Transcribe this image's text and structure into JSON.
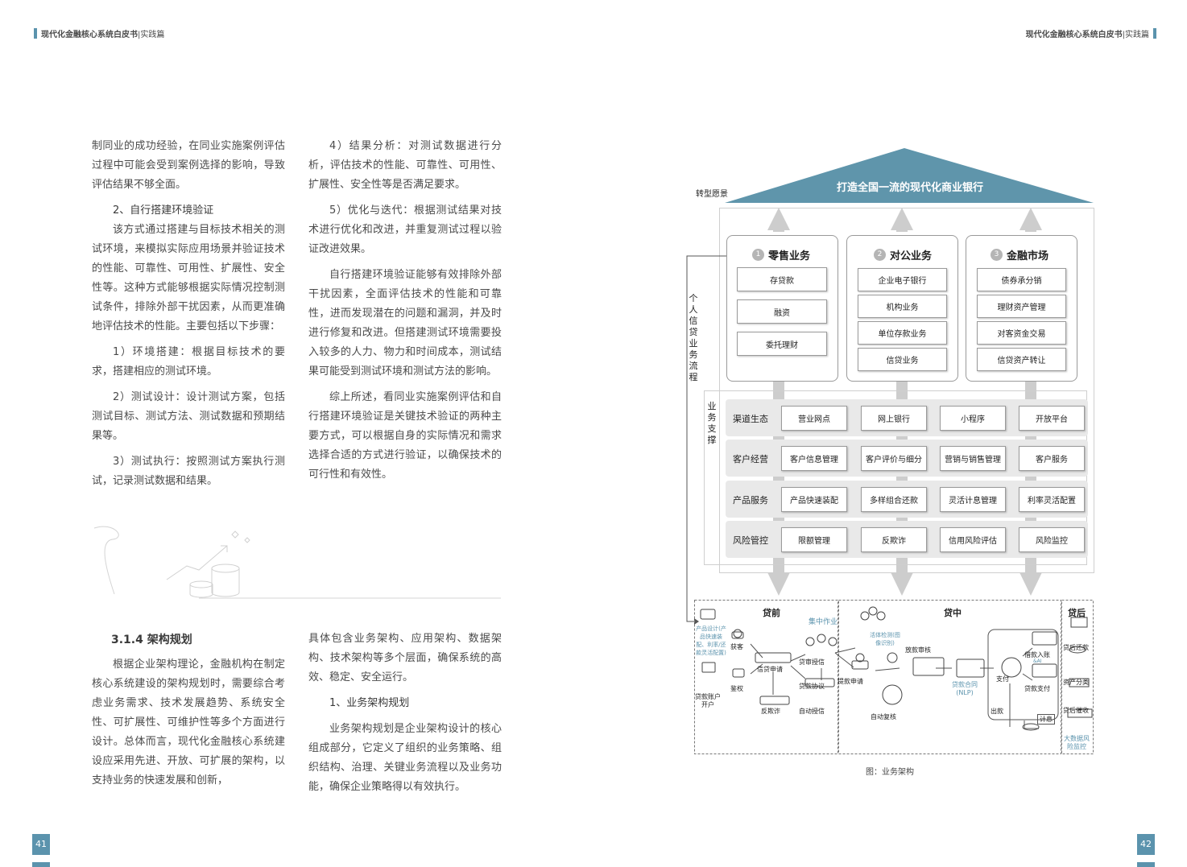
{
  "header": {
    "left_title": "现代化金融核心系统白皮书",
    "left_sub": "|实践篇",
    "right_title": "现代化金融核心系统白皮书",
    "right_sub": "|实践篇"
  },
  "pages": {
    "left": "41",
    "right": "42"
  },
  "upper_col1": [
    "制同业的成功经验，在同业实施案例评估过程中可能会受到案例选择的影响，导致评估结果不够全面。",
    "2、自行搭建环境验证",
    "该方式通过搭建与目标技术相关的测试环境，来模拟实际应用场景并验证技术的性能、可靠性、可用性、扩展性、安全性等。这种方式能够根据实际情况控制测试条件，排除外部干扰因素，从而更准确地评估技术的性能。主要包括以下步骤：",
    "1）环境搭建：根据目标技术的要求，搭建相应的测试环境。",
    "2）测试设计：设计测试方案，包括测试目标、测试方法、测试数据和预期结果等。",
    "3）测试执行：按照测试方案执行测试，记录测试数据和结果。"
  ],
  "upper_col2": [
    "4）结果分析：对测试数据进行分析，评估技术的性能、可靠性、可用性、扩展性、安全性等是否满足要求。",
    "5）优化与迭代：根据测试结果对技术进行优化和改进，并重复测试过程以验证改进效果。",
    "自行搭建环境验证能够有效排除外部干扰因素，全面评估技术的性能和可靠性，进而发现潜在的问题和漏洞，并及时进行修复和改进。但搭建测试环境需要投入较多的人力、物力和时间成本，测试结果可能受到测试环境和测试方法的影响。",
    "综上所述，看同业实施案例评估和自行搭建环境验证是关键技术验证的两种主要方式，可以根据自身的实际情况和需求选择合适的方式进行验证，以确保技术的可行性和有效性。"
  ],
  "section": {
    "title": "3.1.4 架构规划",
    "col1": "根据企业架构理论，金融机构在制定核心系统建设的架构规划时，需要综合考虑业务需求、技术发展趋势、系统安全性、可扩展性、可维护性等多个方面进行设计。总体而言，现代化金融核心系统建设应采用先进、开放、可扩展的架构，以支持业务的快速发展和创新，",
    "col2_p1": "具体包含业务架构、应用架构、数据架构、技术架构等多个层面，确保系统的高效、稳定、安全运行。",
    "col2_h": "1、业务架构规划",
    "col2_p2": "业务架构规划是企业架构设计的核心组成部分，它定义了组织的业务策略、组织结构、治理、关键业务流程以及业务功能，确保企业策略得以有效执行。"
  },
  "diagram": {
    "vision_label": "转型愿景",
    "roof_text": "打造全国一流的现代化商业银行",
    "side_label": "个人信贷业务流程",
    "support_label": "业务支撑",
    "biz": [
      {
        "num": "1",
        "title": "零售业务",
        "items": [
          "存贷款",
          "融资",
          "委托理财"
        ]
      },
      {
        "num": "2",
        "title": "对公业务",
        "items": [
          "企业电子银行",
          "机构业务",
          "单位存款业务",
          "信贷业务"
        ]
      },
      {
        "num": "3",
        "title": "金融市场",
        "items": [
          "债券承分销",
          "理财资产管理",
          "对客资金交易",
          "信贷资产转让"
        ]
      }
    ],
    "rows": [
      {
        "label": "渠道生态",
        "items": [
          "营业网点",
          "网上银行",
          "小程序",
          "开放平台"
        ]
      },
      {
        "label": "客户经营",
        "items": [
          "客户信息管理",
          "客户评价与细分",
          "营销与销售管理",
          "客户服务"
        ]
      },
      {
        "label": "产品服务",
        "items": [
          "产品快速装配",
          "多样组合还款",
          "灵活计息管理",
          "利率灵活配置"
        ]
      },
      {
        "label": "风险管控",
        "items": [
          "限额管理",
          "反欺诈",
          "信用风险评估",
          "风险监控"
        ]
      }
    ],
    "flow": {
      "pre": "贷前",
      "mid": "贷中",
      "post": "贷后",
      "product_design": "产品设计(产品快速装配、利率/还款灵活配置)",
      "acquire": "获客",
      "auth": "鉴权",
      "open_account": "贷款账户开户",
      "apply": "信贷申请",
      "antifraud": "反欺诈",
      "review": "贷审授信",
      "agreement": "贷款协议",
      "auto_credit": "自动授信",
      "central": "集中作业",
      "liveness": "活体检测(图像识别)",
      "withdraw": "提款申请",
      "loan_review": "放款审核",
      "auto_recheck": "自动复核",
      "contract": "贷款合同(NLP)",
      "pay": "支付",
      "credit_in": "借款入账",
      "loan_pay": "贷款支付",
      "ai_tag": "&AI",
      "out": "出款",
      "interest": "计息",
      "post_repay": "贷后还款",
      "asset_class": "资产分类",
      "collection": "贷后催收",
      "bigdata": "大数据风险监控"
    },
    "caption": "图：业务架构"
  }
}
